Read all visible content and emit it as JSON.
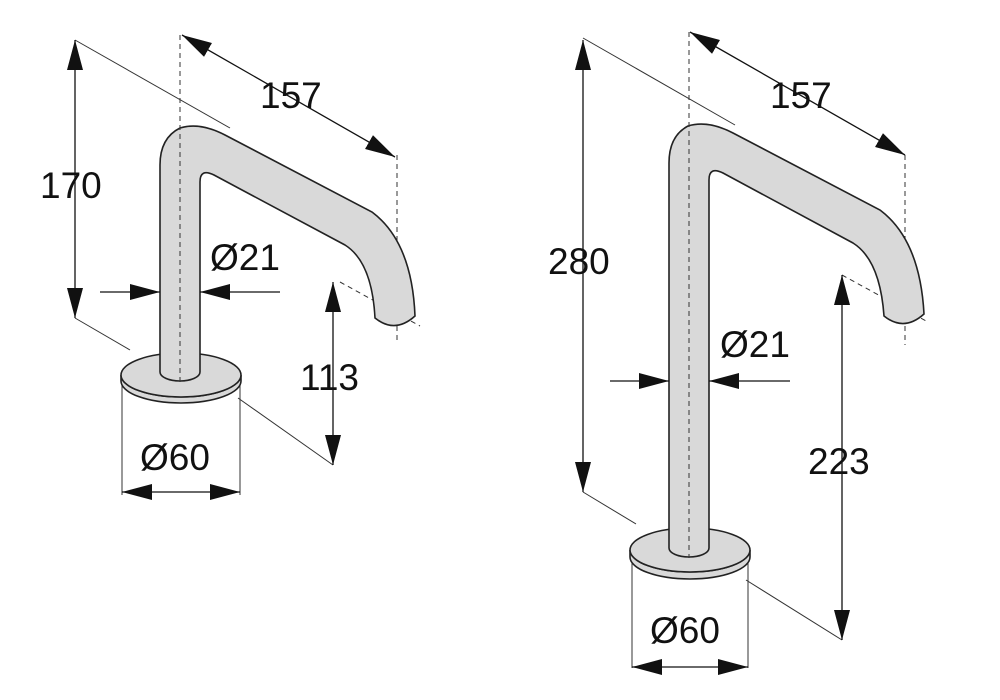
{
  "title": "Faucet dimension drawing",
  "colors": {
    "body": "#d9d9d9",
    "line": "#111111"
  },
  "short_model": {
    "height": "170",
    "reach": "157",
    "tube_diameter": "Ø21",
    "spout_height": "113",
    "base_diameter": "Ø60"
  },
  "tall_model": {
    "height": "280",
    "reach": "157",
    "tube_diameter": "Ø21",
    "spout_height": "223",
    "base_diameter": "Ø60"
  }
}
